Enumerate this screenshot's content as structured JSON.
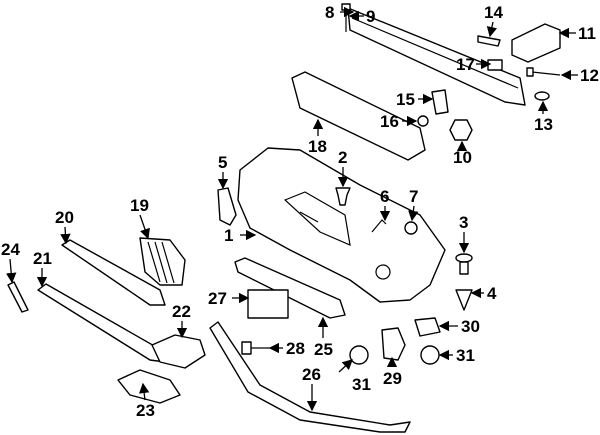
{
  "diagram": {
    "title": "Front bumper parts diagram",
    "callouts": {
      "c1": "1",
      "c2": "2",
      "c3": "3",
      "c4": "4",
      "c5": "5",
      "c6": "6",
      "c7": "7",
      "c8": "8",
      "c9": "9",
      "c10": "10",
      "c11": "11",
      "c12": "12",
      "c13": "13",
      "c14": "14",
      "c15": "15",
      "c16": "16",
      "c17": "17",
      "c18": "18",
      "c19": "19",
      "c20": "20",
      "c21": "21",
      "c22": "22",
      "c23": "23",
      "c24": "24",
      "c25": "25",
      "c26": "26",
      "c27": "27",
      "c28": "28",
      "c29": "29",
      "c30": "30",
      "c31a": "31",
      "c31b": "31"
    }
  }
}
